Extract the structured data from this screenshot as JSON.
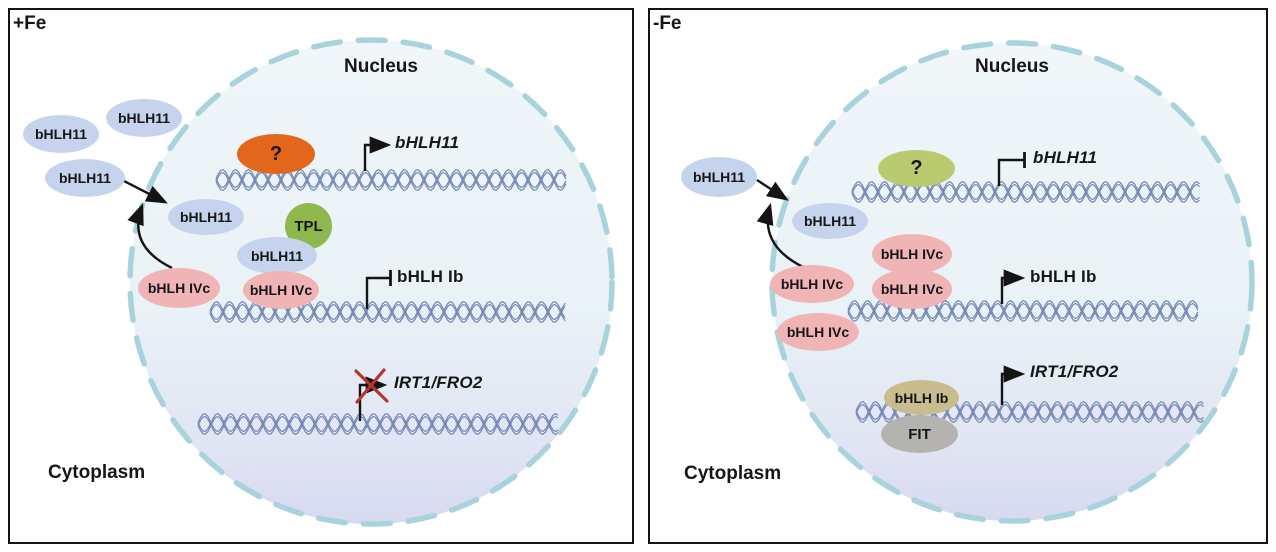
{
  "panels": [
    {
      "condition": "+Fe",
      "nucleus": "Nucleus",
      "cytoplasm": "Cytoplasm",
      "proteins": {
        "cyto_a": "bHLH11",
        "cyto_b": "bHLH11",
        "cyto_c": "bHLH11",
        "entry": "bHLH11",
        "unknown": "?",
        "tpl": "TPL",
        "complex_bhlh11": "bHLH11",
        "complex_ivc": "bHLH IVc",
        "edge_ivc": "bHLH IVc"
      },
      "genes": {
        "bhlh11": {
          "label": "bHLH11",
          "transcription": "active"
        },
        "bhlh_ib": {
          "label": "bHLH Ib",
          "transcription": "repressed"
        },
        "irt1_fro2": {
          "label": "IRT1/FRO2",
          "transcription": "blocked"
        }
      }
    },
    {
      "condition": "-Fe",
      "nucleus": "Nucleus",
      "cytoplasm": "Cytoplasm",
      "proteins": {
        "cyto_a": "bHLH11",
        "entry": "bHLH11",
        "unknown": "?",
        "edge_ivc": "bHLH IVc",
        "dimer_ivc_top": "bHLH IVc",
        "dimer_ivc_bottom": "bHLH IVc",
        "free_ivc": "bHLH IVc",
        "bhlh_ib": "bHLH Ib",
        "fit": "FIT"
      },
      "genes": {
        "bhlh11": {
          "label": "bHLH11",
          "transcription": "repressed"
        },
        "bhlh_ib": {
          "label": "bHLH Ib",
          "transcription": "active"
        },
        "irt1_fro2": {
          "label": "IRT1/FRO2",
          "transcription": "active"
        }
      }
    }
  ],
  "colors": {
    "protein_bhlh11": "#c5d4ec",
    "protein_bhlh_ivc": "#f0b4b6",
    "protein_tpl": "#8eb84d",
    "unknown_plus_fe": "#e2671c",
    "unknown_minus_fe": "#b9ca6f",
    "protein_bhlh_ib": "#c9bd8f",
    "protein_fit": "#b5b3b0",
    "dna_strand": "#7487b5",
    "nucleus_membrane": "#a9d3dc",
    "blocked_x": "#b5362e",
    "arrow": "#141414"
  }
}
